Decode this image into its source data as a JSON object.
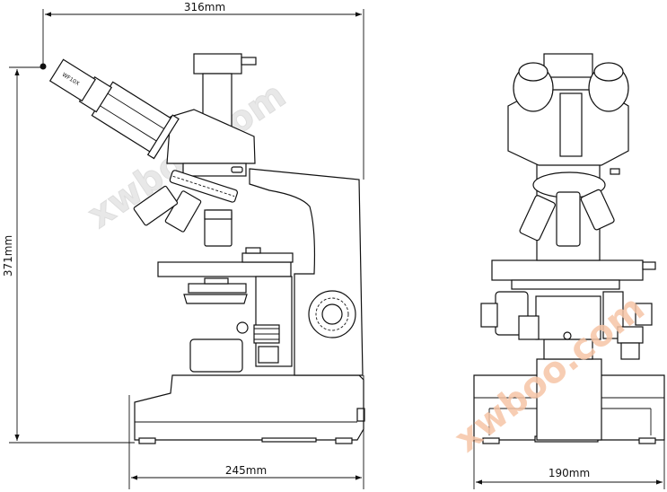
{
  "dimensions": {
    "overall_width": "316mm",
    "height": "371mm",
    "base_depth": "245mm",
    "base_width": "190mm"
  },
  "eyepiece_label": "WF10X",
  "watermark": "xwboo.com",
  "colors": {
    "line": "#111111",
    "watermark_side": "#e6e6e6",
    "watermark_front": "#f5b896"
  }
}
